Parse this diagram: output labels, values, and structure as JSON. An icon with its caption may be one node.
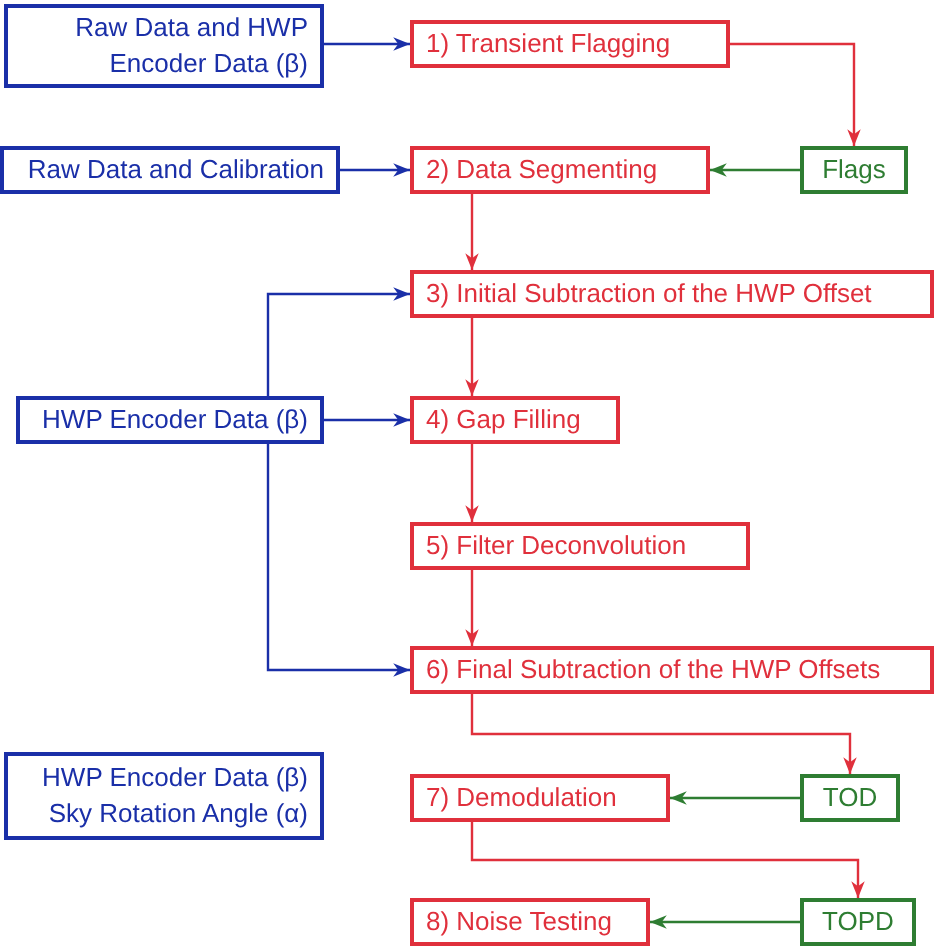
{
  "diagram": {
    "nodes": [
      {
        "text": [
          "Raw Data and HWP Encoder Data (β)"
        ]
      },
      {
        "text": [
          "1) Transient Flagging"
        ]
      },
      {
        "text": [
          "Raw Data and Calibration"
        ]
      },
      {
        "text": [
          "2) Data Segmenting"
        ]
      },
      {
        "text": [
          "Flags"
        ]
      },
      {
        "text": [
          "3) Initial Subtraction of the HWP Offset"
        ]
      },
      {
        "text": [
          "HWP Encoder Data (β)"
        ]
      },
      {
        "text": [
          "4) Gap Filling"
        ]
      },
      {
        "text": [
          "5) Filter Deconvolution"
        ]
      },
      {
        "text": [
          "6) Final Subtraction of the HWP Offsets"
        ]
      },
      {
        "text": [
          "HWP Encoder Data (β) Sky Rotation Angle (α)"
        ]
      },
      {
        "text": [
          "7) Demodulation"
        ]
      },
      {
        "text": [
          "TOD"
        ]
      },
      {
        "text": [
          "8) Noise Testing"
        ]
      },
      {
        "text": [
          "TOPD"
        ]
      }
    ],
    "edges": [
      {
        "from": 0,
        "to": 1,
        "arrow": "to",
        "color": "#1a2fa8"
      },
      {
        "from": 1,
        "to": 4,
        "arrow": "to"
      },
      {
        "from": 2,
        "to": 3,
        "arrow": "to",
        "color": "#1a2fa8"
      },
      {
        "from": 4,
        "to": 3,
        "arrow": "to",
        "color": "#2e7d32"
      },
      {
        "from": 3,
        "to": 5,
        "arrow": "to"
      },
      {
        "from": 6,
        "to": 5,
        "arrow": "to",
        "color": "#1a2fa8"
      },
      {
        "from": 6,
        "to": 7,
        "arrow": "to",
        "color": "#1a2fa8"
      },
      {
        "from": 6,
        "to": 9,
        "arrow": "to",
        "color": "#1a2fa8"
      },
      {
        "from": 5,
        "to": 7,
        "arrow": "to"
      },
      {
        "from": 7,
        "to": 8,
        "arrow": "to"
      },
      {
        "from": 8,
        "to": 9,
        "arrow": "to"
      },
      {
        "from": 9,
        "to": 12,
        "arrow": "to"
      },
      {
        "from": 12,
        "to": 11,
        "arrow": "to",
        "color": "#2e7d32"
      },
      {
        "from": 11,
        "to": 14,
        "arrow": "to"
      },
      {
        "from": 14,
        "to": 13,
        "arrow": "to",
        "color": "#2e7d32"
      }
    ]
  }
}
